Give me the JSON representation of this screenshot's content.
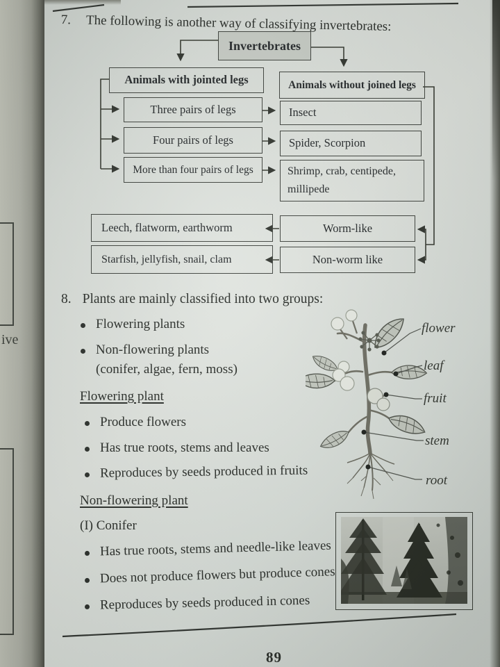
{
  "colors": {
    "paper": "#dde2dd",
    "ink": "#282c28",
    "box_border": "#3d413c",
    "root_box_fill": "#c8cdc6"
  },
  "page": {
    "number": "89"
  },
  "adjacent_page_fragment": {
    "text": "ive"
  },
  "question7": {
    "number": "7.",
    "text": "The following is another way of classifying invertebrates:",
    "flowchart": {
      "root": "Invertebrates",
      "left_header": "Animals with jointed legs",
      "right_header": "Animals without joined legs",
      "rows": [
        {
          "left": "Three pairs of legs",
          "right": "Insect"
        },
        {
          "left": "Four pairs of legs",
          "right": "Spider, Scorpion"
        },
        {
          "left": "More than four pairs of legs",
          "right": "Shrimp, crab, centipede, millipede"
        }
      ],
      "bottom_rows": [
        {
          "left": "Leech, flatworm, earthworm",
          "right": "Worm-like"
        },
        {
          "left": "Starfish, jellyfish, snail, clam",
          "right": "Non-worm like"
        }
      ]
    }
  },
  "question8": {
    "number": "8.",
    "text": "Plants are mainly classified into two groups:",
    "group_bullets": [
      "Flowering plants",
      "Non-flowering plants"
    ],
    "group_note": "(conifer, algae, fern, moss)",
    "flowering": {
      "heading": "Flowering plant",
      "bullets": [
        "Produce flowers",
        "Has true roots, stems and leaves",
        "Reproduces by seeds produced in fruits"
      ]
    },
    "non_flowering": {
      "heading": "Non-flowering plant",
      "subheading": "(I) Conifer",
      "bullets": [
        "Has true roots, stems and needle-like leaves",
        "Does not produce flowers but produce cones",
        "Reproduces by seeds produced in cones"
      ]
    }
  },
  "plant": {
    "labels": [
      "flower",
      "leaf",
      "fruit",
      "stem",
      "root"
    ]
  }
}
